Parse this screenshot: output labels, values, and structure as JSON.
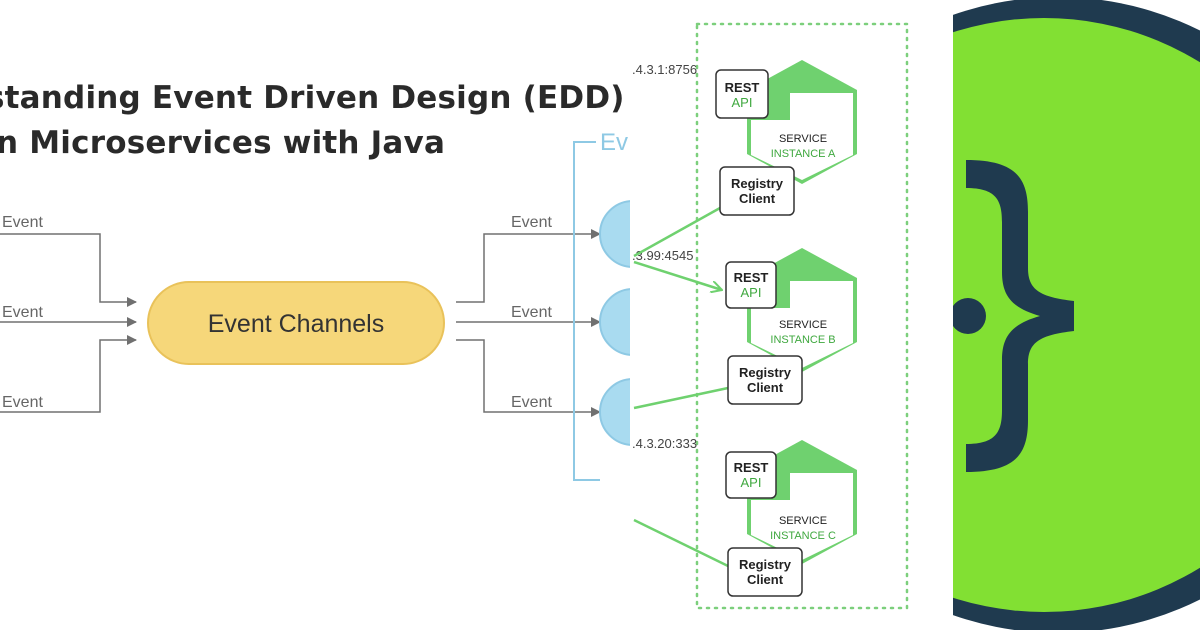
{
  "edd": {
    "title_line_1": "standing Event Driven Design (EDD)",
    "title_line_2": "n Microservices with Java",
    "input_event_labels": [
      "Event",
      "Event",
      "Event"
    ],
    "channel_label": "Event Channels",
    "output_event_labels": [
      "Event",
      "Event",
      "Event"
    ],
    "consumers_heading": "Ev",
    "colors": {
      "channel_fill": "#f6d77a",
      "channel_stroke": "#e9c25a",
      "consumer_fill": "#a9dbf0",
      "bracket": "#8ec9e4",
      "arrow": "#707070"
    }
  },
  "registry": {
    "ip_labels": [
      ".4.3.1:8756",
      ".3.99:4545",
      ".4.3.20:333"
    ],
    "instances": [
      {
        "rest": "REST",
        "api": "API",
        "service": "SERVICE",
        "instance": "INSTANCE A",
        "client_line_1": "Registry",
        "client_line_2": "Client"
      },
      {
        "rest": "REST",
        "api": "API",
        "service": "SERVICE",
        "instance": "INSTANCE B",
        "client_line_1": "Registry",
        "client_line_2": "Client"
      },
      {
        "rest": "REST",
        "api": "API",
        "service": "SERVICE",
        "instance": "INSTANCE C",
        "client_line_1": "Registry",
        "client_line_2": "Client"
      }
    ],
    "colors": {
      "hex_fill": "#6fd16f",
      "hex_stroke": "#6fd16f",
      "green_text": "#3fa83f",
      "dotted_border": "#7ccf7c"
    }
  },
  "logo": {
    "icon": "curly-braces-icon",
    "colors": {
      "ring": "#1f3a4f",
      "fill": "#82e033",
      "glyph": "#1f3a4f"
    }
  }
}
